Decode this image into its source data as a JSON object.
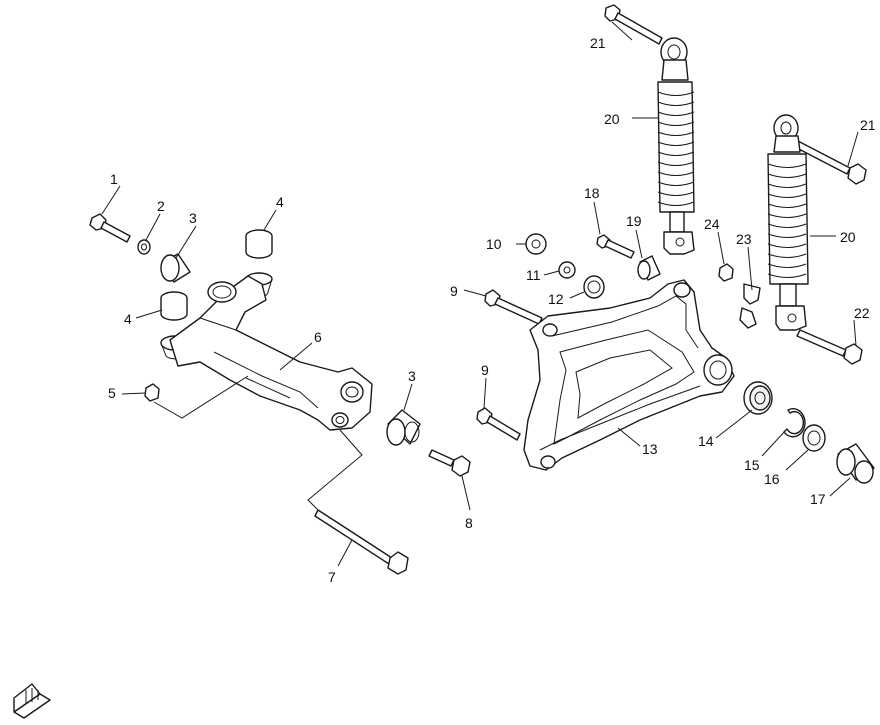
{
  "diagram": {
    "callouts": [
      {
        "id": "c1",
        "label": "1"
      },
      {
        "id": "c2",
        "label": "2"
      },
      {
        "id": "c3a",
        "label": "3"
      },
      {
        "id": "c3b",
        "label": "3"
      },
      {
        "id": "c4a",
        "label": "4"
      },
      {
        "id": "c4b",
        "label": "4"
      },
      {
        "id": "c5",
        "label": "5"
      },
      {
        "id": "c6",
        "label": "6"
      },
      {
        "id": "c7",
        "label": "7"
      },
      {
        "id": "c8",
        "label": "8"
      },
      {
        "id": "c9a",
        "label": "9"
      },
      {
        "id": "c9b",
        "label": "9"
      },
      {
        "id": "c10",
        "label": "10"
      },
      {
        "id": "c11",
        "label": "11"
      },
      {
        "id": "c12",
        "label": "12"
      },
      {
        "id": "c13",
        "label": "13"
      },
      {
        "id": "c14",
        "label": "14"
      },
      {
        "id": "c15",
        "label": "15"
      },
      {
        "id": "c16",
        "label": "16"
      },
      {
        "id": "c17",
        "label": "17"
      },
      {
        "id": "c18",
        "label": "18"
      },
      {
        "id": "c19",
        "label": "19"
      },
      {
        "id": "c20a",
        "label": "20"
      },
      {
        "id": "c20b",
        "label": "20"
      },
      {
        "id": "c21a",
        "label": "21"
      },
      {
        "id": "c21b",
        "label": "21"
      },
      {
        "id": "c22",
        "label": "22"
      },
      {
        "id": "c23",
        "label": "23"
      },
      {
        "id": "c24",
        "label": "24"
      }
    ]
  },
  "icons": {
    "corner": "direction-arrow-icon"
  }
}
